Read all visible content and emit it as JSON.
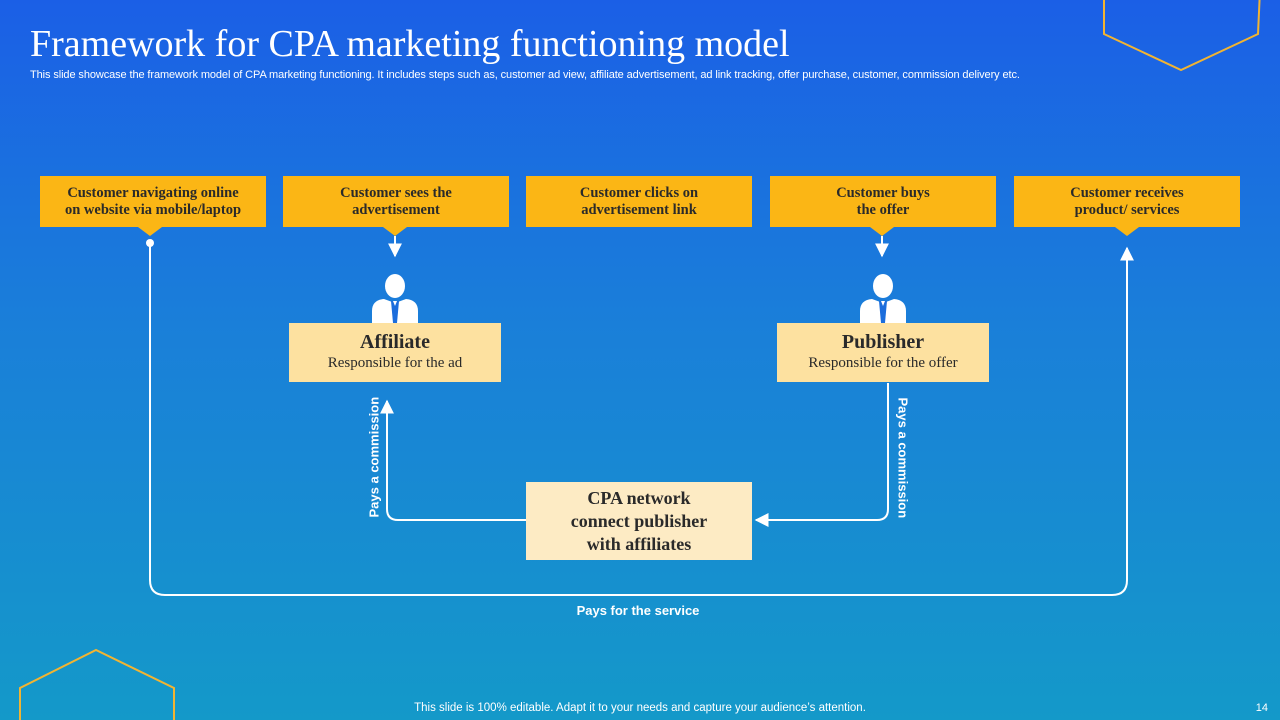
{
  "slide": {
    "title": "Framework for CPA marketing functioning model",
    "subtitle": "This slide showcase the framework model of CPA marketing functioning. It includes steps such as, customer ad view, affiliate advertisement, ad link tracking, offer purchase, customer, commission delivery etc.",
    "footer": "This slide is 100% editable. Adapt it to your needs and capture your audience’s attention.",
    "page_number": "14"
  },
  "steps": [
    {
      "label": "Customer navigating online\non website via mobile/laptop"
    },
    {
      "label": "Customer sees the\nadvertisement"
    },
    {
      "label": "Customer clicks on\nadvertisement link"
    },
    {
      "label": "Customer buys\nthe offer"
    },
    {
      "label": "Customer receives\nproduct/ services"
    }
  ],
  "roles": {
    "affiliate": {
      "name": "Affiliate",
      "description": "Responsible for the ad",
      "icon": "businessman-icon"
    },
    "publisher": {
      "name": "Publisher",
      "description": "Responsible for the offer",
      "icon": "businessman-icon"
    }
  },
  "network": {
    "label": "CPA network\nconnect publisher\nwith affiliates"
  },
  "flow_labels": {
    "left_commission": "Pays a commission",
    "right_commission": "Pays a commission",
    "service": "Pays for the service"
  },
  "colors": {
    "step_fill": "#fbb615",
    "role_fill": "#fde1a0",
    "network_fill": "#fdebc4",
    "hexagon_outline": "#f2b431",
    "connector": "#ffffff"
  }
}
